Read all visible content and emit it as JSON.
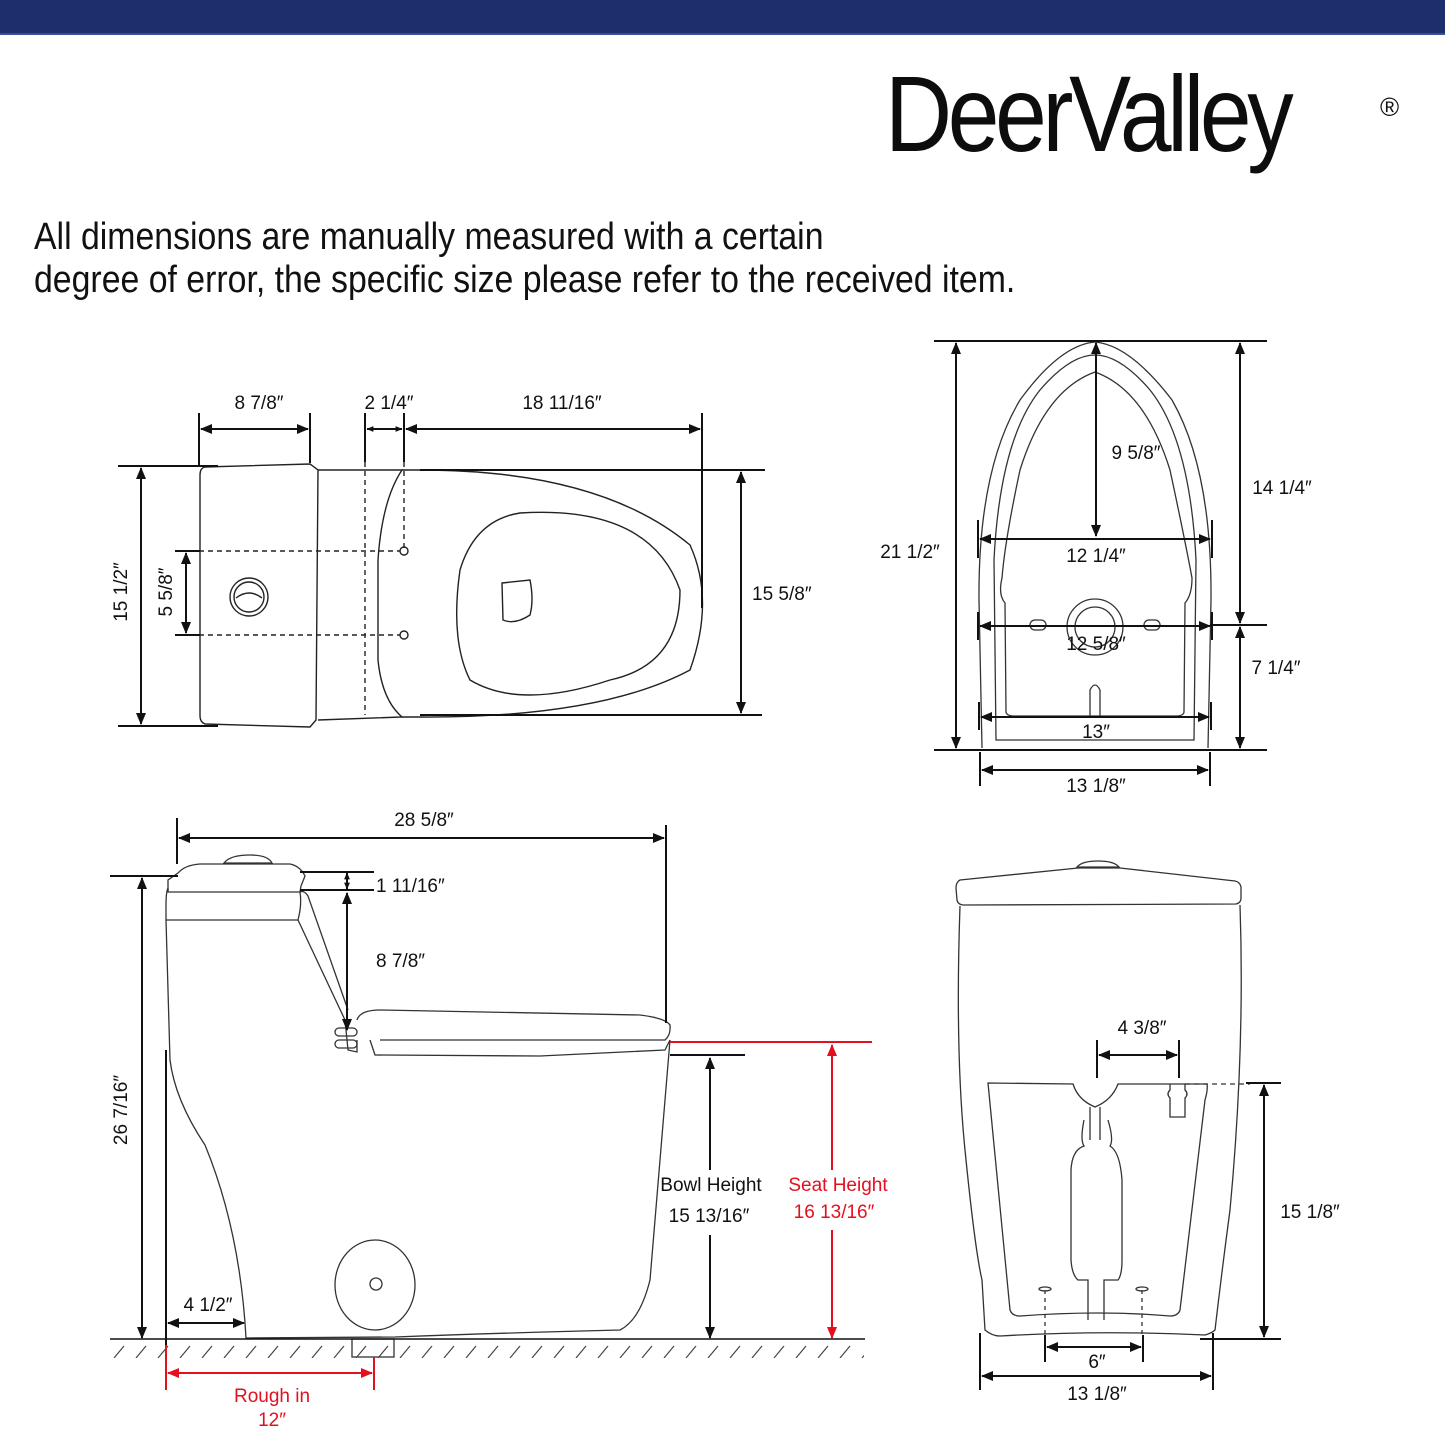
{
  "header": {
    "brand": "DeerValley",
    "registered_mark": "®",
    "bar_color": "#1c2e6c"
  },
  "disclaimer": {
    "line1": "All dimensions are manually measured with a certain",
    "line2": "degree of error, the specific size please refer to the received item."
  },
  "colors": {
    "line": "#111111",
    "accent_red": "#e3101f"
  },
  "views": {
    "top_view": {
      "tank_depth": "8 7/8″",
      "gap": "2 1/4″",
      "bowl_length": "18 11/16″",
      "tank_width": "15 1/2″",
      "bolt_spacing": "5 5/8″",
      "bowl_width": "15 5/8″"
    },
    "bowl_view": {
      "overall_length": "21 1/2″",
      "front_to_center": "9 5/8″",
      "front_to_bolts": "14 1/4″",
      "bolts_to_back": "7 1/4″",
      "width_upper": "12 1/4″",
      "width_mid": "12 5/8″",
      "width_lower": "13″",
      "width_base": "13 1/8″"
    },
    "side_view": {
      "overall_length": "28 5/8″",
      "lid_thickness": "1 11/16″",
      "tank_to_seat": "8 7/8″",
      "overall_height": "26 7/16″",
      "wall_gap": "4 1/2″",
      "bowl_height_label": "Bowl Height",
      "bowl_height_value": "15 13/16″",
      "seat_height_label": "Seat Height",
      "seat_height_value": "16 13/16″",
      "rough_in_label": "Rough in",
      "rough_in_value": "12″"
    },
    "back_view": {
      "supply_offset": "4 3/8″",
      "supply_height": "15 1/8″",
      "bolt_spacing": "6″",
      "base_width": "13 1/8″"
    }
  }
}
